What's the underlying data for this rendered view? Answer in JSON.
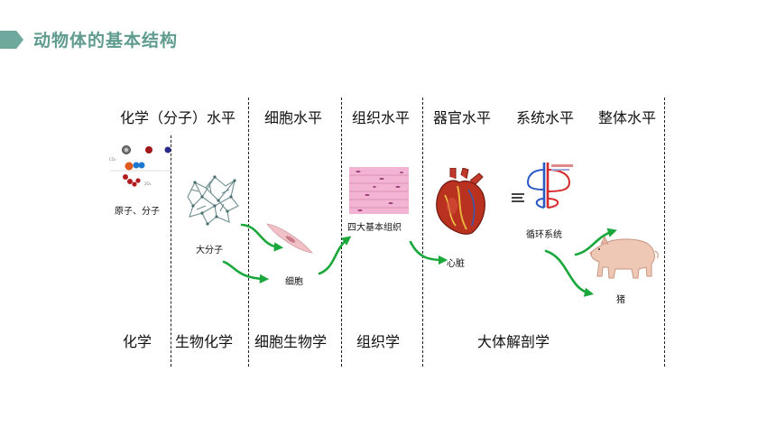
{
  "title": "动物体的基本结构",
  "levels": [
    "化学（分子）水平",
    "细胞水平",
    "组织水平",
    "器官水平",
    "系统水平",
    "整体水平"
  ],
  "captions": {
    "atom": "原子、分子",
    "macro": "大分子",
    "cell": "细胞",
    "tissue": "四大基本组织",
    "heart": "心脏",
    "system": "循环系统",
    "pig": "猪"
  },
  "fields": [
    "化学",
    "生物化学",
    "细胞生物学",
    "组织学",
    "大体解剖学"
  ],
  "accent_color": "#5f9b8f",
  "arrow_color": "#1aa83c",
  "icons": [
    "atom-molecule-icon",
    "macromolecule-icon",
    "cell-icon",
    "tissue-icon",
    "heart-icon",
    "circulatory-system-icon",
    "pig-icon"
  ]
}
